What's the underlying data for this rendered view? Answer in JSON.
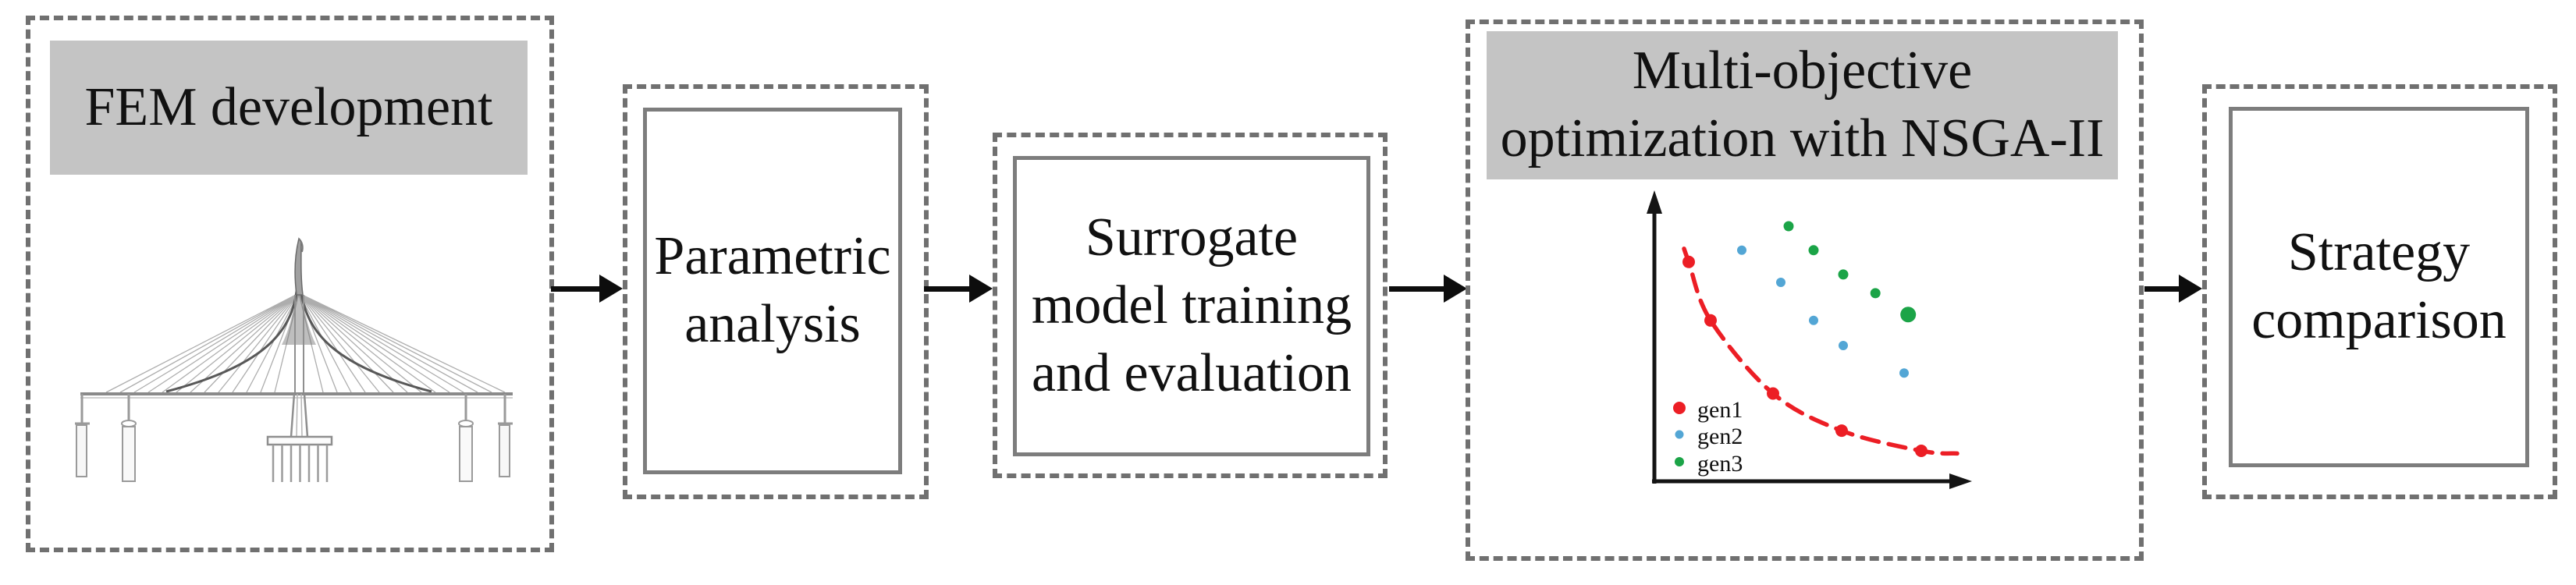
{
  "diagram": {
    "title_meaning": "research workflow flowchart",
    "steps": [
      {
        "name": "fem-development",
        "title": "FEM development",
        "illustration": "cable-stayed-bridge-elevation"
      },
      {
        "name": "parametric-analysis",
        "label": "Parametric analysis"
      },
      {
        "name": "surrogate-model",
        "label": "Surrogate model training and evaluation"
      },
      {
        "name": "moo-nsga2",
        "title": "Multi-objective optimization with NSGA-II"
      },
      {
        "name": "strategy-comparison",
        "label": "Strategy comparison"
      }
    ],
    "arrow_count": 4
  },
  "colors": {
    "dashed_border": "#707070",
    "inner_border": "#7d7d7d",
    "header_fill": "#c4c4c4",
    "text": "#111111",
    "arrow": "#0d0d0d",
    "axis": "#141414"
  },
  "chart_data": {
    "type": "scatter",
    "title": "",
    "xlabel": "",
    "ylabel": "",
    "xlim": [
      0,
      10
    ],
    "ylim": [
      0,
      10
    ],
    "grid": false,
    "axes_style": "schematic arrows, no tick labels",
    "legend_position": "lower-left",
    "series": [
      {
        "name": "gen1",
        "color": "#ec1e25",
        "marker_radius": 8,
        "points": [
          [
            1.1,
            7.5
          ],
          [
            1.8,
            5.5
          ],
          [
            3.8,
            3.0
          ],
          [
            6.0,
            1.73
          ],
          [
            8.55,
            1.04
          ]
        ]
      },
      {
        "name": "gen2",
        "color": "#53a6d5",
        "marker_radius": 6,
        "points": [
          [
            2.8,
            7.9
          ],
          [
            4.05,
            6.8
          ],
          [
            5.1,
            5.5
          ],
          [
            6.05,
            4.64
          ],
          [
            8.0,
            3.7
          ]
        ]
      },
      {
        "name": "gen3",
        "color": "#1ba447",
        "marker_radius": 6.5,
        "points": [
          [
            4.3,
            8.72
          ],
          [
            5.1,
            7.9
          ],
          [
            6.05,
            7.07
          ],
          [
            7.08,
            6.43
          ],
          [
            8.13,
            5.7,
            10
          ]
        ]
      }
    ],
    "pareto_front": {
      "style": "dashed",
      "color": "#ec1e25",
      "through_series": "gen1",
      "points": [
        [
          0.95,
          7.95
        ],
        [
          1.1,
          7.5
        ],
        [
          1.8,
          5.5
        ],
        [
          3.8,
          3.0
        ],
        [
          6.0,
          1.73
        ],
        [
          8.55,
          1.04
        ],
        [
          9.7,
          0.95
        ]
      ]
    }
  }
}
